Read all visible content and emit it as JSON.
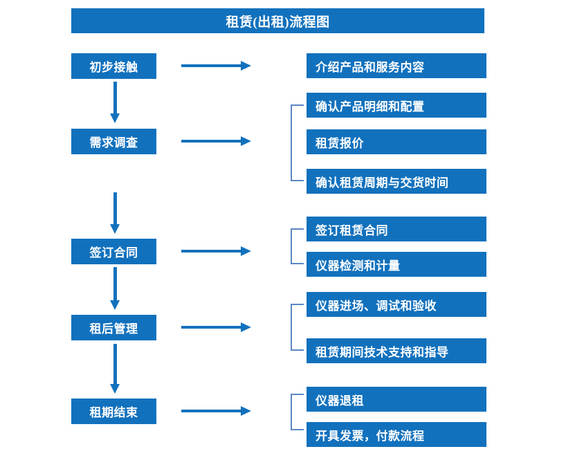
{
  "title": "租赁(出租)流程图",
  "colors": {
    "box_fill": "#1271BD",
    "box_text": "#FFFFFF",
    "arrow": "#1271BD",
    "bracket": "#5A86C4",
    "background": "#FFFFFF"
  },
  "steps": [
    {
      "label": "初步接触"
    },
    {
      "label": "需求调查"
    },
    {
      "label": "签订合同"
    },
    {
      "label": "租后管理"
    },
    {
      "label": "租期结束"
    }
  ],
  "details": [
    {
      "label": "介绍产品和服务内容"
    },
    {
      "label": "确认产品明细和配置"
    },
    {
      "label": "租赁报价"
    },
    {
      "label": "确认租赁周期与交货时间"
    },
    {
      "label": "签订租赁合同"
    },
    {
      "label": "仪器检测和计量"
    },
    {
      "label": "仪器进场、调试和验收"
    },
    {
      "label": "租赁期间技术支持和指导"
    },
    {
      "label": "仪器退租"
    },
    {
      "label": "开具发票，付款流程"
    }
  ]
}
